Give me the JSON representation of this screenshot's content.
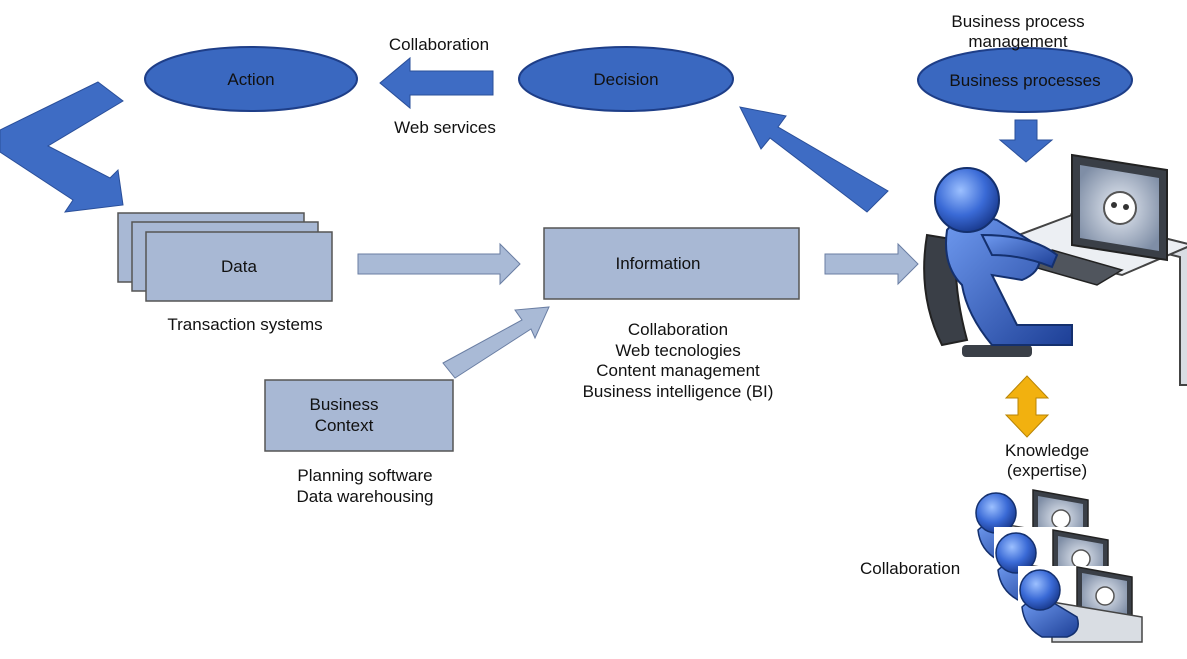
{
  "colors": {
    "ellipse_fill": "#3a68c0",
    "box_fill": "#a8b8d4",
    "dark_arrow": "#3e6cc4",
    "light_arrow": "#a9bad6",
    "knowledge_arrow": "#f2b10f",
    "figure_blue": "#3060c8"
  },
  "nodes": {
    "action": "Action",
    "decision": "Decision",
    "business_processes": "Business processes",
    "data": "Data",
    "information": "Information",
    "business_context_line1": "Business",
    "business_context_line2": "Context"
  },
  "labels": {
    "collaboration_top": "Collaboration",
    "web_services": "Web services",
    "bpm_line1": "Business process",
    "bpm_line2": "management",
    "transaction_systems": "Transaction systems",
    "info_tech_1": "Collaboration",
    "info_tech_2": "Web tecnologies",
    "info_tech_3": "Content management",
    "info_tech_4": "Business intelligence (BI)",
    "planning_software": "Planning software",
    "data_warehousing": "Data warehousing",
    "knowledge_line1": "Knowledge",
    "knowledge_line2": "(expertise)",
    "collaboration_bottom": "Collaboration"
  },
  "icons": {
    "person_at_computer": "person-at-computer-icon",
    "team_members": "team-member-icon"
  }
}
